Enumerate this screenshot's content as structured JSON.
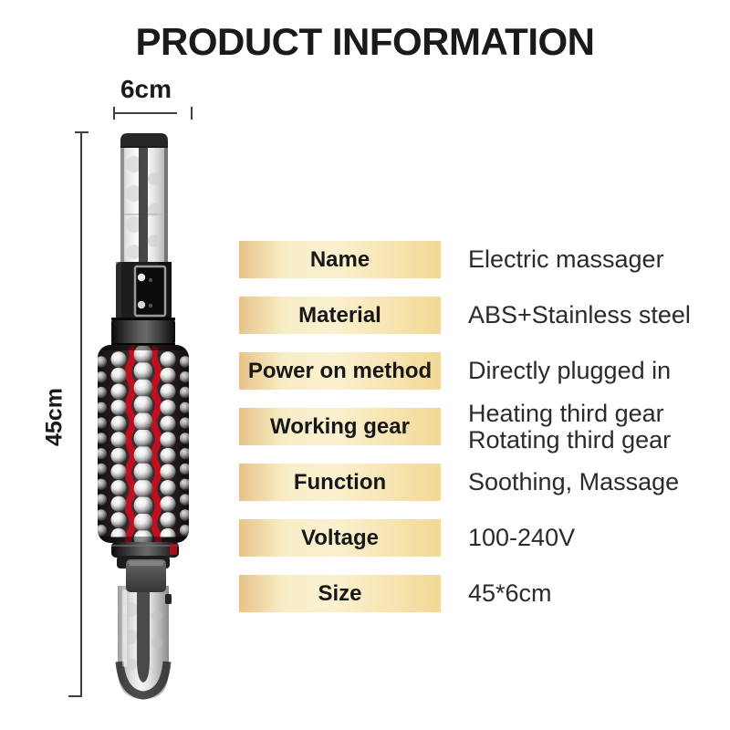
{
  "title": "PRODUCT INFORMATION",
  "figure": {
    "width_label": "6cm",
    "height_label": "45cm"
  },
  "spec_table": {
    "rows": [
      {
        "label": "Name",
        "value": "Electric massager"
      },
      {
        "label": "Material",
        "value": "ABS+Stainless steel"
      },
      {
        "label": "Power on method",
        "value": "Directly plugged in"
      },
      {
        "label": "Working gear",
        "value": "Heating third gear\nRotating third gear"
      },
      {
        "label": "Function",
        "value": "Soothing, Massage"
      },
      {
        "label": "Voltage",
        "value": "100-240V"
      },
      {
        "label": "Size",
        "value": "45*6cm"
      }
    ]
  },
  "colors": {
    "text": "#1a1a1a",
    "label_box_l1": "#e7c387",
    "label_box_l2": "#f8edc7",
    "label_box_l3": "#fbf1d0",
    "label_box_l4": "#f2d995",
    "accent_red": "#c00f1e"
  }
}
